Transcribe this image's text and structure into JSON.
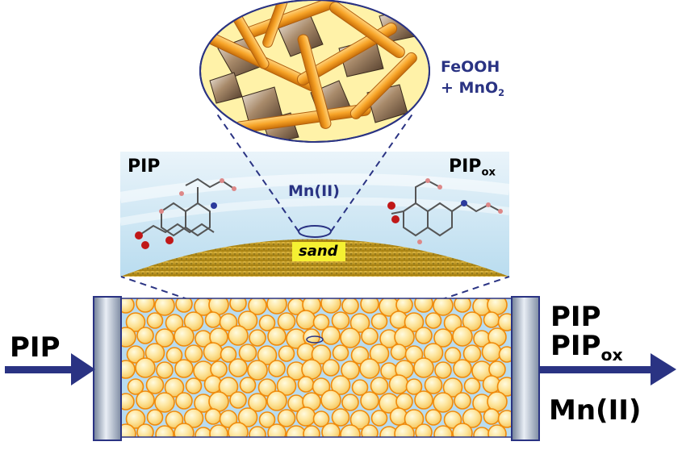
{
  "labels": {
    "coating_line1": "FeOOH",
    "coating_line2_prefix": "+ MnO",
    "coating_line2_sub": "2",
    "pip_left_panel": "PIP",
    "pipox_panel": "PIP",
    "pipox_panel_sub": "ox",
    "mn_panel": "Mn(II)",
    "sand": "sand",
    "pip_inlet": "PIP",
    "pip_outlet": "PIP",
    "pipox_outlet": "PIP",
    "pipox_outlet_sub": "ox",
    "mn_outlet": "Mn(II)"
  },
  "colors": {
    "ink": "#2a3383",
    "arrow": "#2a3383",
    "panel_sky": "#cfe5f2",
    "sand": "#c8a020",
    "grain_fill": "#fbe08a",
    "grain_edge": "#f08a0a",
    "rod": "#f7a428",
    "flake": "#8a6a4c",
    "lens_bg": "#fff2a8"
  },
  "icons": [
    "flow-arrow-inlet",
    "flow-arrow-outlet",
    "column-end-cap-left",
    "column-end-cap-right",
    "molecule-pip",
    "molecule-pipox"
  ]
}
